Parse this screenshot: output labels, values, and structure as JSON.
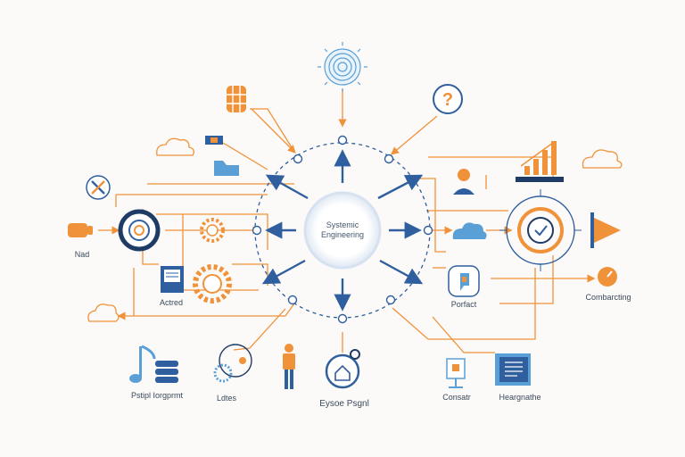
{
  "center": {
    "line1": "Systemic",
    "line2": "Engineering"
  },
  "labels": {
    "left_top": "Nad",
    "left_mid": "Actred",
    "right_mid": "Porfact",
    "right_end": "Combarcting",
    "bottom_1": "Pstipl Iorgprmt",
    "bottom_2": "Ldtes",
    "bottom_3": "Eysoe Psgnl",
    "bottom_4": "Consatr",
    "bottom_5": "Heargnathe"
  },
  "colors": {
    "orange": "#f0923a",
    "blue": "#2f5f9e",
    "light_blue": "#5a9fd6",
    "dark_navy": "#1f3c66",
    "background": "#fbfaf8"
  },
  "icons": [
    "brain-icon",
    "question-icon",
    "database-icon",
    "cloud-icon",
    "tools-icon",
    "hand-icon",
    "target-icon",
    "gear-icon",
    "folder-icon",
    "document-icon",
    "person-icon",
    "bar-chart-icon",
    "clock-target-icon",
    "arrow-triangle-icon",
    "phone-icon",
    "compass-icon",
    "music-note-icon",
    "people-gear-icon",
    "magnifier-home-icon",
    "screen-icon",
    "book-icon",
    "cup-icon"
  ]
}
